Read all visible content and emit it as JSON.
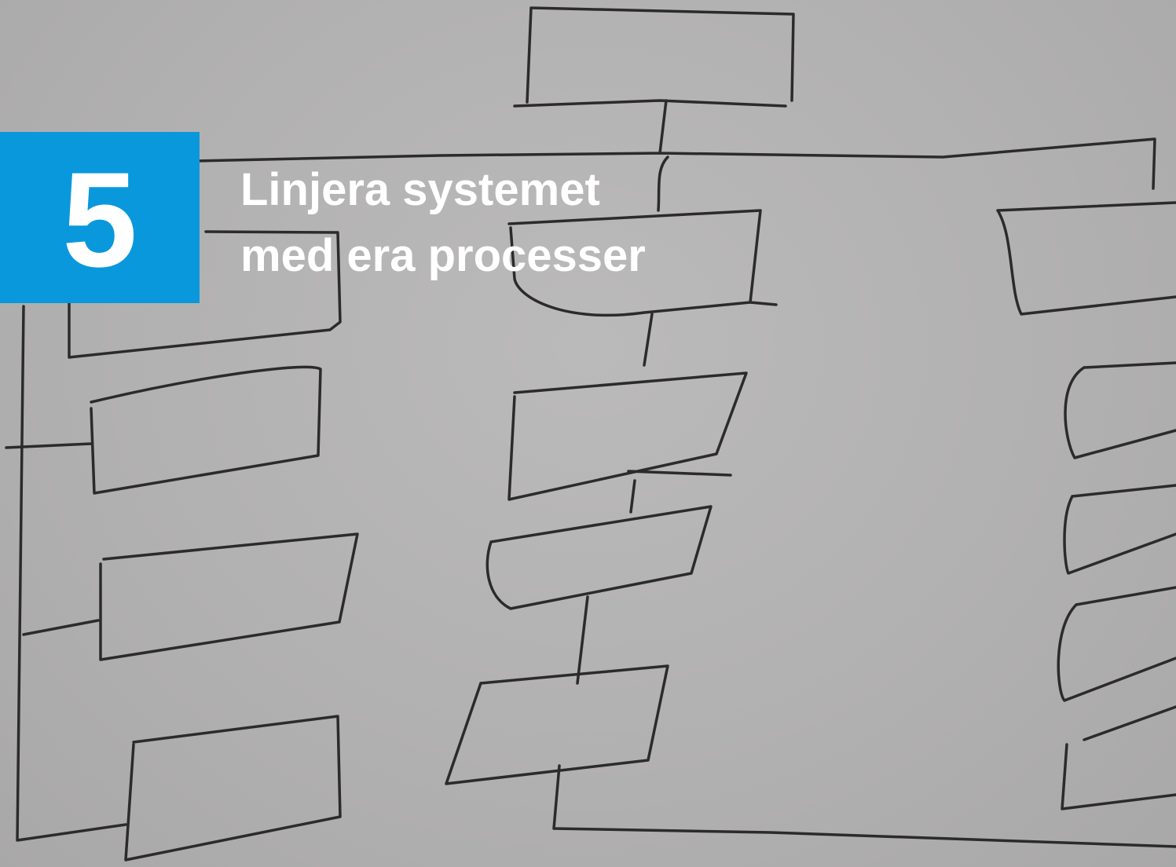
{
  "badge": {
    "number": "5",
    "color": "#0a98dc"
  },
  "headline": {
    "line1": "Linjera systemet",
    "line2": "med era processer"
  },
  "background": {
    "description_color": "#b4b3b3",
    "ink_color": "#2b2b2b"
  }
}
